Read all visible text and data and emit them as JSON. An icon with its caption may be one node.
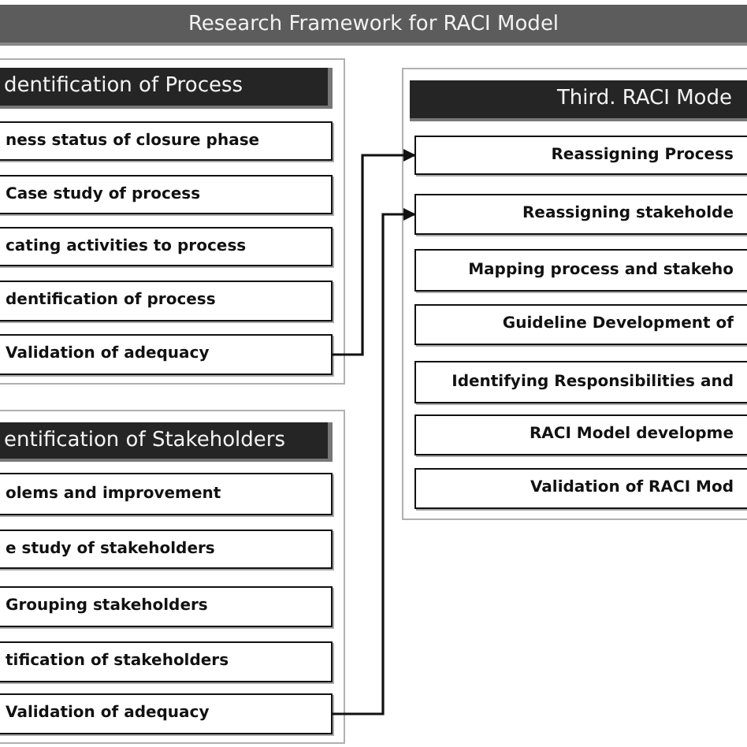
{
  "diagram": {
    "title": "Research Framework for RACI Model",
    "nodes": [
      {
        "text": [
          "dentification of Process"
        ]
      },
      {
        "text": [
          "ness status of closure phase"
        ],
        "in": 0
      },
      {
        "text": [
          "Case study of process"
        ],
        "in": 0
      },
      {
        "text": [
          "cating activities to process"
        ],
        "in": 0
      },
      {
        "text": [
          "dentification of process"
        ],
        "in": 0
      },
      {
        "text": [
          "Validation of adequacy"
        ],
        "in": 0
      },
      {
        "text": [
          "entification of Stakeholders"
        ]
      },
      {
        "text": [
          "olems and improvement"
        ],
        "in": 6
      },
      {
        "text": [
          "e study of stakeholders"
        ],
        "in": 6
      },
      {
        "text": [
          "Grouping stakeholders"
        ],
        "in": 6
      },
      {
        "text": [
          "tification of stakeholders"
        ],
        "in": 6
      },
      {
        "text": [
          "Validation of adequacy"
        ],
        "in": 6
      },
      {
        "text": [
          "Third. RACI Mode"
        ]
      },
      {
        "text": [
          "Reassigning Process"
        ],
        "in": 12
      },
      {
        "text": [
          "Reassigning stakeholde"
        ],
        "in": 12
      },
      {
        "text": [
          "Mapping process and stakeho"
        ],
        "in": 12
      },
      {
        "text": [
          "Guideline Development of"
        ],
        "in": 12
      },
      {
        "text": [
          "Identifying Responsibilities and"
        ],
        "in": 12
      },
      {
        "text": [
          "RACI Model developme"
        ],
        "in": 12
      },
      {
        "text": [
          "Validation of RACI Mod"
        ],
        "in": 12
      }
    ],
    "edges": [
      {
        "from": 5,
        "to": 13,
        "arrow": "to"
      },
      {
        "from": 11,
        "to": 14,
        "arrow": "to"
      }
    ]
  }
}
